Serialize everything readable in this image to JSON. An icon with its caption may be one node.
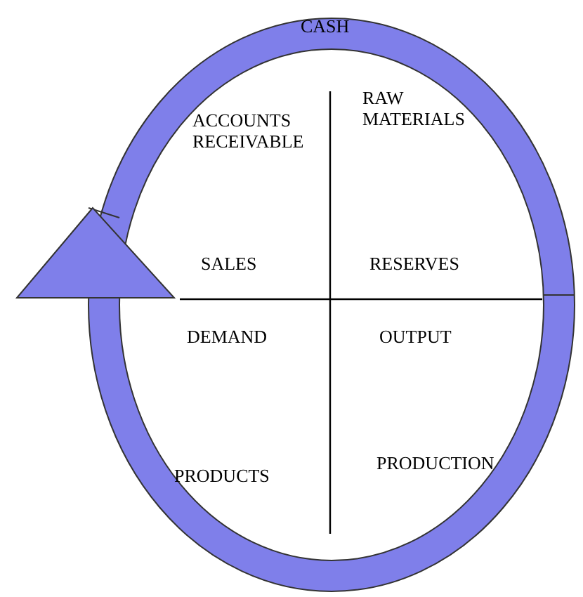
{
  "diagram": {
    "labels": [
      "CASH",
      "ACCOUNTS RECEIVABLE",
      "RAW MATERIALS",
      "SALES",
      "RESERVES",
      "DEMAND",
      "OUTPUT",
      "PRODUCTION",
      "PRODUCTS"
    ]
  }
}
